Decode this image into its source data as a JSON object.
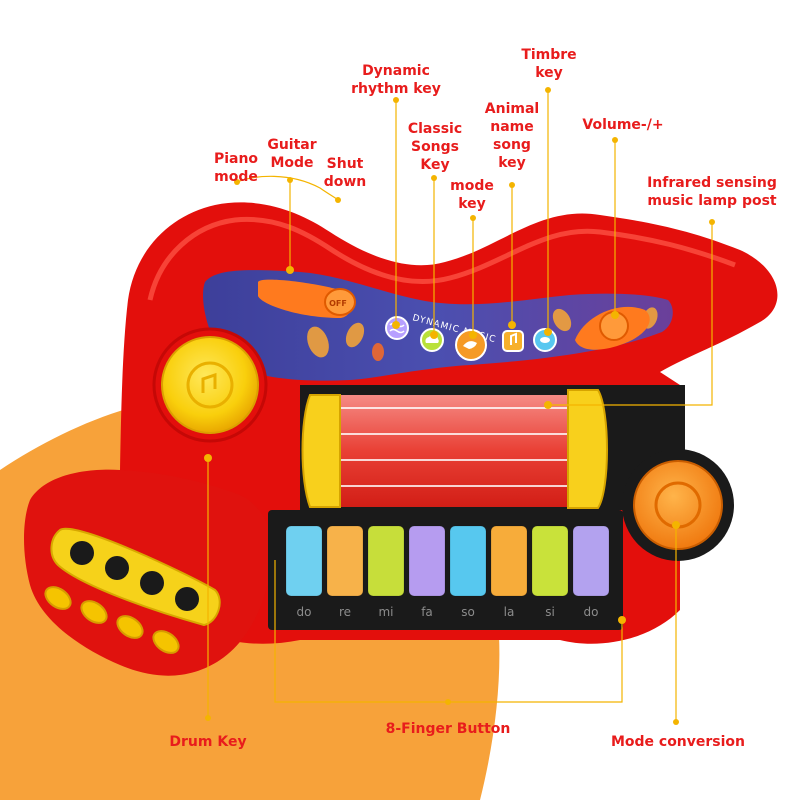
{
  "colors": {
    "label_red": "#e81c1c",
    "leader_yellow": "#f4b400",
    "guitar_red": "#e30f0c",
    "background_orange": "#f7a23a"
  },
  "labels": {
    "piano_mode": "Piano mode",
    "guitar_mode": "Guitar Mode",
    "shut_down": "Shut down",
    "dynamic_rhythm": "Dynamic rhythm key",
    "classic_songs": "Classic Songs Key",
    "mode_key": "mode key",
    "animal_name": "Animal name song key",
    "timbre": "Timbre key",
    "volume": "Volume-/+",
    "infrared": "Infrared sensing music lamp post",
    "drum_key": "Drum Key",
    "eight_finger": "8-Finger Button",
    "mode_conversion": "Mode conversion"
  },
  "toy": {
    "panel_text": "DYNAMIC MUSIC",
    "off_text": "OFF",
    "notes": [
      "do",
      "re",
      "mi",
      "fa",
      "so",
      "la",
      "si",
      "do"
    ],
    "key_colors": [
      "#6fd0f0",
      "#f7b24a",
      "#c7de3a",
      "#b69cf0",
      "#57c8ef",
      "#f7ac3a",
      "#c9e23a",
      "#b3a2ef"
    ],
    "panel_buttons": [
      {
        "icon": "waves-icon",
        "color": "#b7a0ff"
      },
      {
        "icon": "cloud-icon",
        "color": "#b9e13a"
      },
      {
        "icon": "bird-icon",
        "color": "#f59a26"
      },
      {
        "icon": "music-note-icon",
        "color": "#f7b02a"
      },
      {
        "icon": "eye-icon",
        "color": "#58c7f0"
      }
    ]
  }
}
